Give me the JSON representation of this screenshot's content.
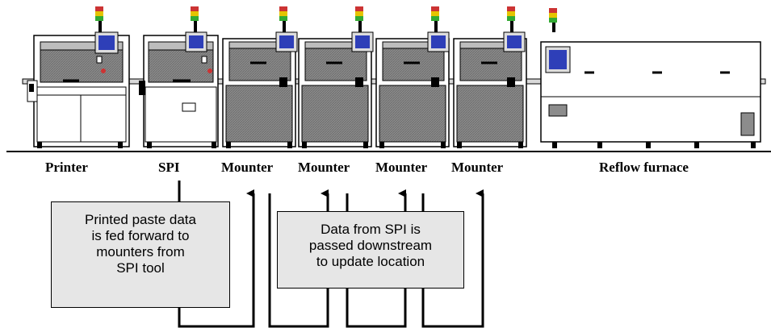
{
  "machines": {
    "printer": "Printer",
    "spi": "SPI",
    "mounter1": "Mounter",
    "mounter2": "Mounter",
    "mounter3": "Mounter",
    "mounter4": "Mounter",
    "reflow": "Reflow furnace"
  },
  "notes": {
    "feed_forward": [
      "Printed paste data",
      "is fed forward to",
      "mounters from",
      "SPI tool"
    ],
    "downstream": [
      "Data from SPI is",
      "passed downstream",
      "to update location"
    ]
  },
  "colors": {
    "machine_body": "#ffffff",
    "mounter_panel": "#8c8c8c",
    "screen": "#2e3fb8",
    "note_fill": "#e6e6e6",
    "line": "#000000"
  }
}
